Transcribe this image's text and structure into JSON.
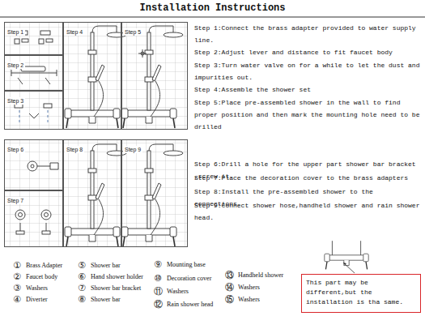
{
  "diagram": {
    "title": "Installation Instructions",
    "nodes": [
      {
        "text": [
          "Step 1"
        ]
      },
      {
        "text": [
          "Step 2"
        ]
      },
      {
        "text": [
          "Step 3"
        ]
      },
      {
        "text": [
          "Step 4"
        ]
      },
      {
        "text": [
          "Step 5"
        ]
      },
      {
        "text": [
          "Step 6"
        ]
      },
      {
        "text": [
          "Step 7"
        ]
      },
      {
        "text": [
          "Step 8"
        ]
      },
      {
        "text": [
          "Step 9"
        ]
      },
      {
        "text": [
          "This part may be different,but the installation is tha same."
        ]
      }
    ],
    "labels": [
      "Step 1:Connect the brass adapter provided to water supply line.",
      "Step 2:Adjust lever and distance to fit faucet body",
      "Step 3:Turn water valve on for a while to let the dust and impurities out.",
      "Step 4:Assemble the shower set",
      "Step 5:Place pre-assembled shower in the wall to find proper position and then mark the mounting hole need to be drilled",
      "Step 6:Drill a hole for the upper part shower bar bracket ,screw it.",
      "Step 7:Place the decoration cover to the brass adapters",
      "Step 8:Install the pre-assembled shower to the connections.",
      "Step 9:Connect shower hose,handheld shower and rain shower head.",
      "①",
      "Brass Adapter",
      "②",
      "Faucet body",
      "③",
      "Washers",
      "④",
      "Diverter",
      "⑤",
      "Shower bar",
      "⑥",
      "Hand shower holder",
      "⑦",
      "Shower bar bracket",
      "⑧",
      "Shower bar",
      "⑨",
      "Mounting base",
      "⑩",
      "Decoration cover",
      "⑪",
      "Washers",
      "⑫",
      "Rain shower head",
      "⑬",
      "Handheld shower",
      "⑭",
      "Washers",
      "⑮",
      "Washers"
    ]
  }
}
